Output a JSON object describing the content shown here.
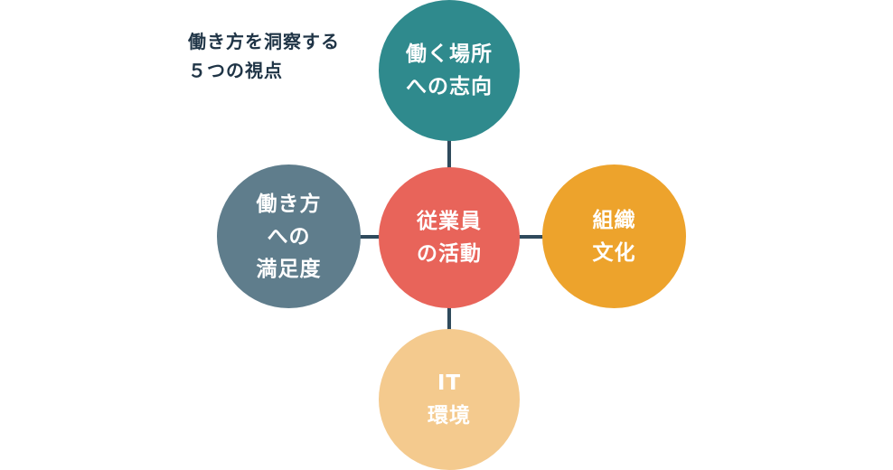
{
  "caption": {
    "line1": "働き方を洞察する",
    "line2": "５つの視点"
  },
  "nodes": {
    "center": {
      "lines": [
        "従業員",
        "の活動"
      ],
      "color": "#e8645a"
    },
    "top": {
      "lines": [
        "働く場所",
        "への志向"
      ],
      "color": "#2f8a8d"
    },
    "left": {
      "lines": [
        "働き方",
        "への",
        "満足度"
      ],
      "color": "#5f7d8c"
    },
    "right": {
      "lines": [
        "組織",
        "文化"
      ],
      "color": "#eda32c"
    },
    "bottom": {
      "lines": [
        "IT",
        "環境"
      ],
      "color": "#f4ca8e"
    }
  },
  "connector_color": "#2f4a5c"
}
